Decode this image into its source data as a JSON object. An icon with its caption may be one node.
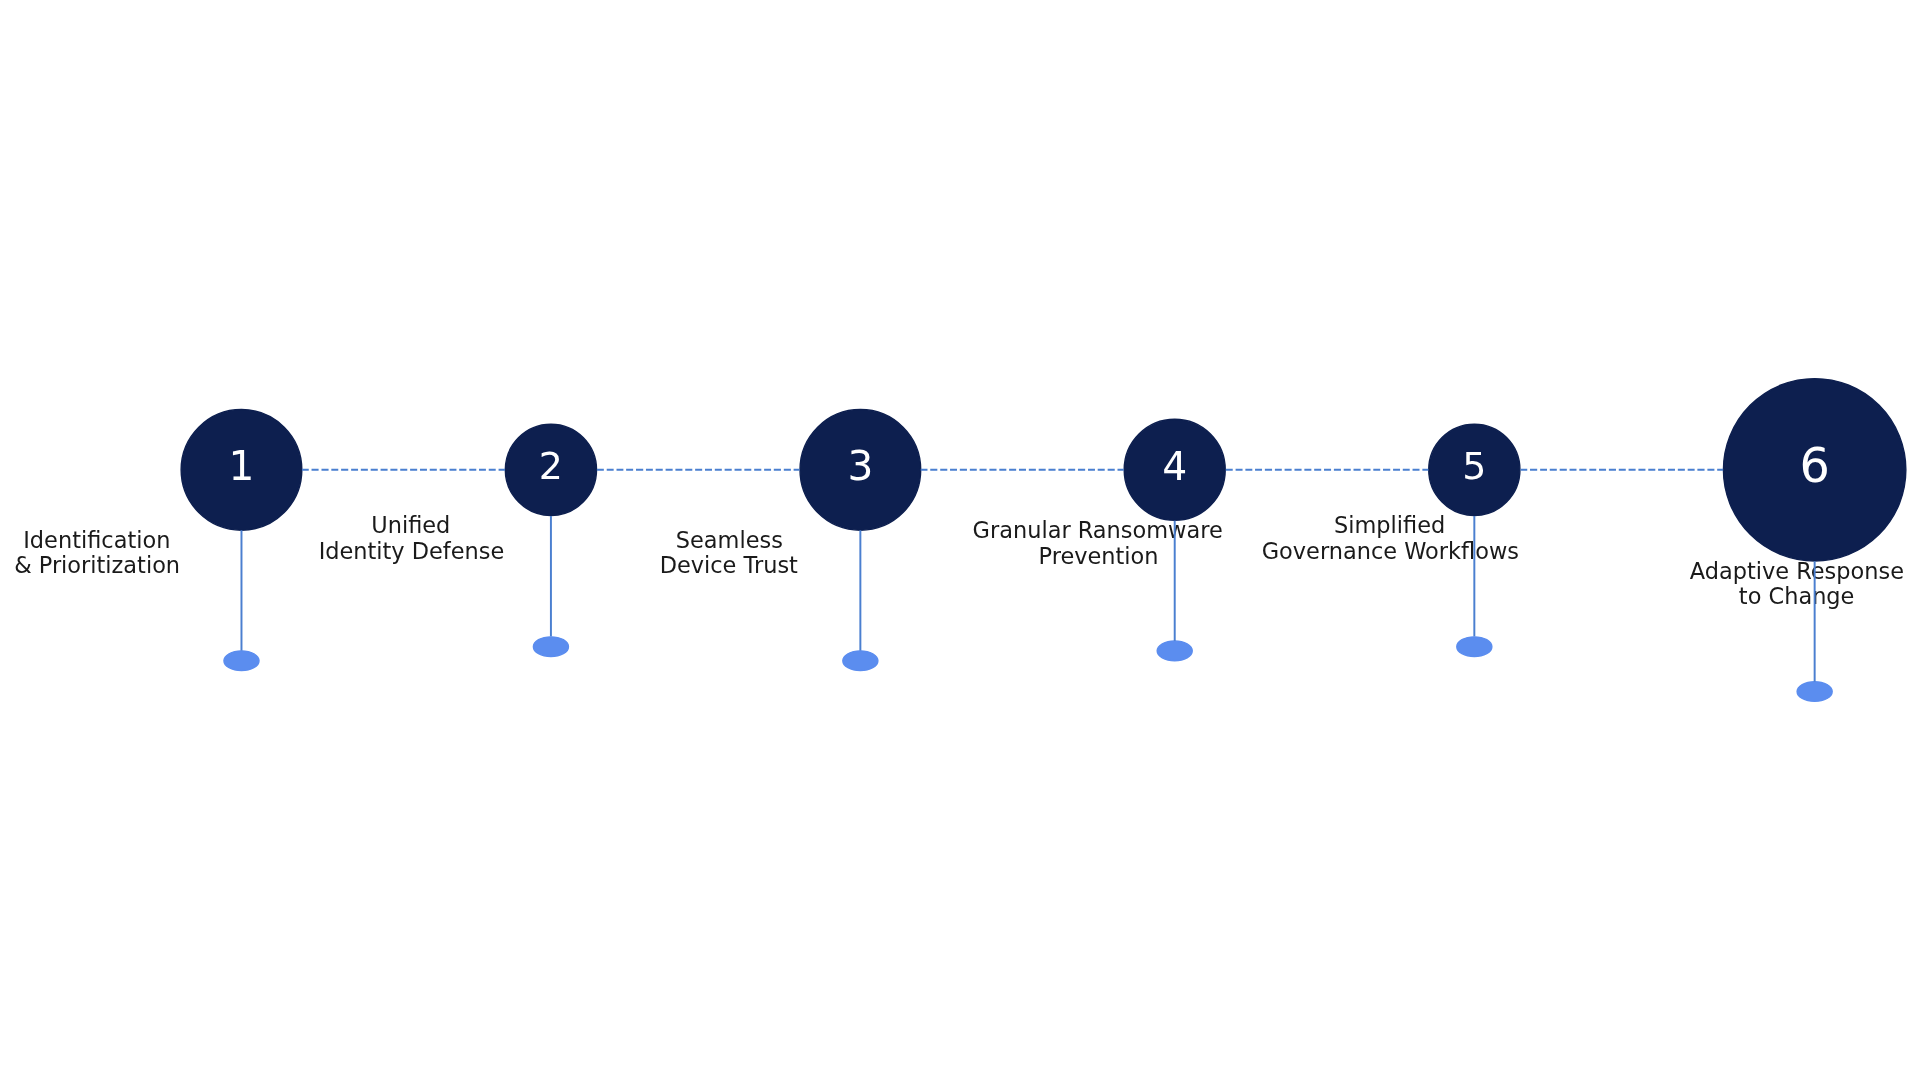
{
  "diagram": {
    "nodes": [
      {
        "text": [
          "1"
        ],
        "beside": [
          "Identification & Prioritization"
        ]
      },
      {
        "text": [
          "2"
        ],
        "beside": [
          "Unified Identity Defense"
        ]
      },
      {
        "text": [
          "3"
        ],
        "beside": [
          "Seamless Device Trust"
        ]
      },
      {
        "text": [
          "4"
        ],
        "beside": [
          "Granular Ransomware Prevention"
        ]
      },
      {
        "text": [
          "5"
        ],
        "beside": [
          "Simplified Governance Workflows"
        ]
      },
      {
        "text": [
          "6"
        ],
        "beside": [
          "Adaptive Response to Change"
        ]
      },
      {
        "text": [],
        "shape": "ellipse"
      },
      {
        "text": [],
        "shape": "ellipse"
      },
      {
        "text": [],
        "shape": "ellipse"
      },
      {
        "text": [],
        "shape": "ellipse"
      },
      {
        "text": [],
        "shape": "ellipse"
      },
      {
        "text": [],
        "shape": "ellipse"
      }
    ],
    "edges": [
      {
        "from": 0,
        "to": 1,
        "arrow": "none",
        "style": "dashed"
      },
      {
        "from": 1,
        "to": 2,
        "arrow": "none",
        "style": "dashed"
      },
      {
        "from": 2,
        "to": 3,
        "arrow": "none",
        "style": "dashed"
      },
      {
        "from": 3,
        "to": 4,
        "arrow": "none",
        "style": "dashed"
      },
      {
        "from": 4,
        "to": 5,
        "arrow": "none",
        "style": "dashed"
      },
      {
        "from": 0,
        "to": 6,
        "arrow": "none"
      },
      {
        "from": 1,
        "to": 7,
        "arrow": "none"
      },
      {
        "from": 2,
        "to": 8,
        "arrow": "none"
      },
      {
        "from": 3,
        "to": 9,
        "arrow": "none"
      },
      {
        "from": 4,
        "to": 10,
        "arrow": "none"
      },
      {
        "from": 5,
        "to": 11,
        "arrow": "none"
      }
    ]
  }
}
